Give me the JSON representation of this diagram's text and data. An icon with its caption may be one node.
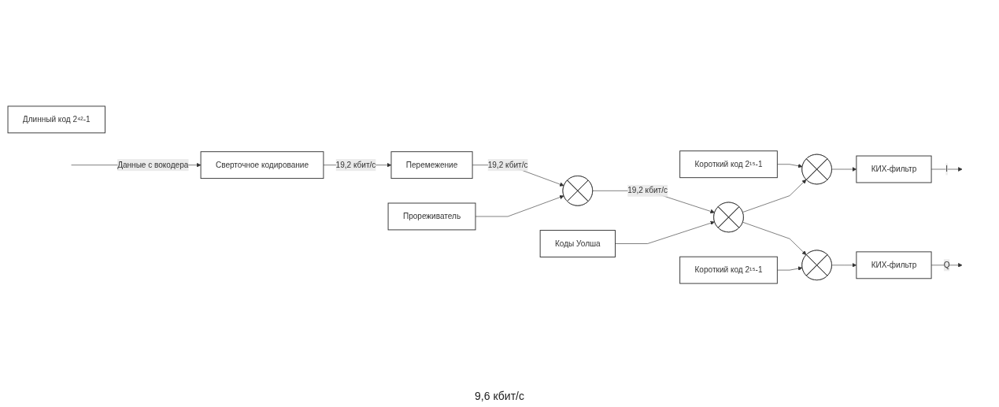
{
  "diagram": {
    "nodes": [
      {
        "text": [
          "Сверточное кодирование"
        ]
      },
      {
        "text": [
          "Перемежение"
        ]
      },
      {
        "text": [],
        "shape": "circle"
      },
      {
        "text": [],
        "shape": "circle"
      },
      {
        "text": [
          "Короткий код 2¹⁵-1"
        ]
      },
      {
        "text": [],
        "shape": "circle"
      },
      {
        "text": [
          "КИХ-фильтр"
        ]
      },
      {
        "text": [
          "Длинный код 2⁴²-1"
        ]
      },
      {
        "text": [
          "Прореживатель"
        ]
      },
      {
        "text": [
          "Коды Уолша"
        ]
      },
      {
        "text": [],
        "shape": "circle"
      },
      {
        "text": [
          "КИХ-фильтр"
        ]
      },
      {
        "text": [
          "Короткий код 2¹⁵-1"
        ]
      }
    ],
    "edges": [
      {
        "from": null,
        "to": 0,
        "arrow": "to",
        "label": "Данные с вокодера"
      },
      {
        "from": 0,
        "to": 1,
        "arrow": "to",
        "label": "19,2 кбит/с"
      },
      {
        "from": 1,
        "to": 2,
        "arrow": "to",
        "label": "19,2 кбит/с"
      },
      {
        "from": 8,
        "to": 2,
        "arrow": "to"
      },
      {
        "from": 2,
        "to": 3,
        "arrow": "to",
        "label": "19,2 кбит/с"
      },
      {
        "from": 9,
        "to": 3,
        "arrow": "to"
      },
      {
        "from": 3,
        "to": 5,
        "arrow": "to"
      },
      {
        "from": 3,
        "to": 10,
        "arrow": "to"
      },
      {
        "from": 4,
        "to": 5,
        "arrow": "to"
      },
      {
        "from": 5,
        "to": 6,
        "arrow": "to"
      },
      {
        "from": 6,
        "to": null,
        "arrow": "to",
        "label": "I"
      },
      {
        "from": 10,
        "to": 11,
        "arrow": "to"
      },
      {
        "from": 12,
        "to": 10,
        "arrow": "to"
      },
      {
        "from": 11,
        "to": null,
        "arrow": "to",
        "label": "Q"
      }
    ],
    "labels": [
      "9,6 кбит/с"
    ]
  }
}
